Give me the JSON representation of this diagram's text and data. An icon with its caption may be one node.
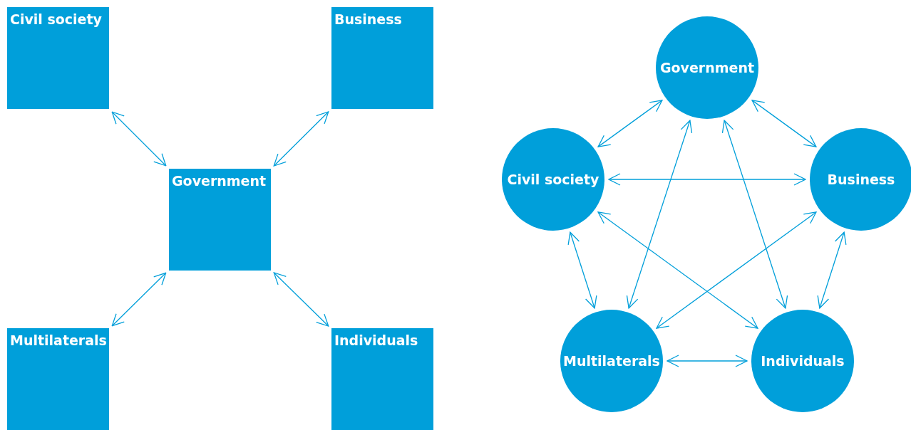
{
  "diagram": {
    "nodes": [
      {
        "text": [
          "Civil society"
        ]
      },
      {
        "text": [
          "Business"
        ]
      },
      {
        "text": [
          "Government"
        ]
      },
      {
        "text": [
          "Multilaterals"
        ]
      },
      {
        "text": [
          "Individuals"
        ]
      },
      {
        "text": [
          "Government"
        ]
      },
      {
        "text": [
          "Civil society"
        ]
      },
      {
        "text": [
          "Business"
        ]
      },
      {
        "text": [
          "Multilaterals"
        ]
      },
      {
        "text": [
          "Individuals"
        ]
      }
    ],
    "edges": [
      {
        "from": 0,
        "to": 2,
        "arrow": "both"
      },
      {
        "from": 1,
        "to": 2,
        "arrow": "both"
      },
      {
        "from": 3,
        "to": 2,
        "arrow": "both"
      },
      {
        "from": 4,
        "to": 2,
        "arrow": "both"
      },
      {
        "from": 5,
        "to": 6,
        "arrow": "both"
      },
      {
        "from": 5,
        "to": 7,
        "arrow": "both"
      },
      {
        "from": 6,
        "to": 7,
        "arrow": "both"
      },
      {
        "from": 5,
        "to": 8,
        "arrow": "both"
      },
      {
        "from": 5,
        "to": 9,
        "arrow": "both"
      },
      {
        "from": 6,
        "to": 8,
        "arrow": "both"
      },
      {
        "from": 6,
        "to": 9,
        "arrow": "both"
      },
      {
        "from": 7,
        "to": 8,
        "arrow": "both"
      },
      {
        "from": 7,
        "to": 9,
        "arrow": "both"
      },
      {
        "from": 8,
        "to": 9,
        "arrow": "both"
      }
    ]
  }
}
